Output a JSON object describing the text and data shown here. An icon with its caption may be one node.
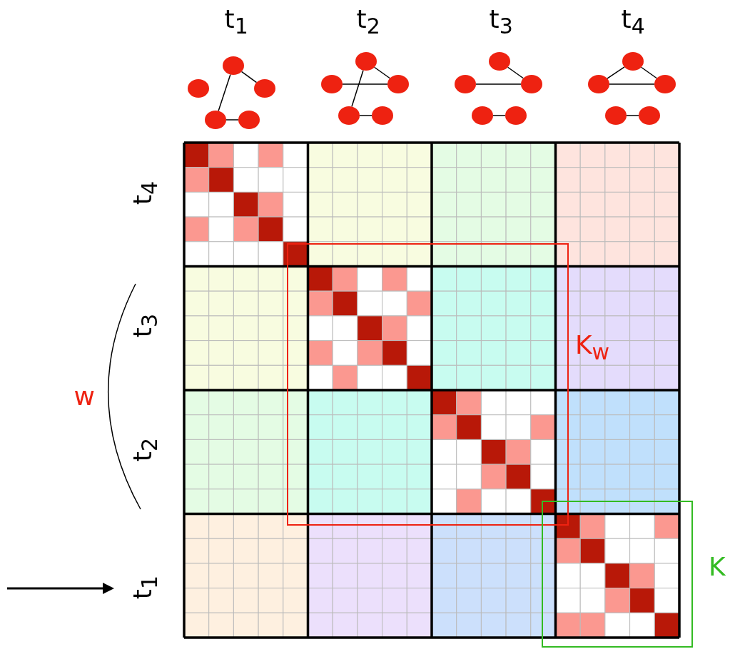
{
  "diagram": {
    "nodes": [
      {
        "text": [],
        "shape": "circle"
      },
      {
        "text": [],
        "shape": "circle"
      },
      {
        "text": [],
        "shape": "circle"
      },
      {
        "text": [],
        "shape": "circle"
      },
      {
        "text": [],
        "shape": "circle"
      },
      {
        "text": [],
        "shape": "circle"
      },
      {
        "text": [],
        "shape": "circle"
      },
      {
        "text": [],
        "shape": "circle"
      },
      {
        "text": [],
        "shape": "circle"
      },
      {
        "text": [],
        "shape": "circle"
      },
      {
        "text": [],
        "shape": "circle"
      },
      {
        "text": [],
        "shape": "circle"
      },
      {
        "text": [],
        "shape": "circle"
      },
      {
        "text": [],
        "shape": "circle"
      },
      {
        "text": [],
        "shape": "circle"
      },
      {
        "text": [],
        "shape": "circle"
      },
      {
        "text": [],
        "shape": "circle"
      },
      {
        "text": [],
        "shape": "circle"
      },
      {
        "text": [],
        "shape": "circle"
      },
      {
        "text": [],
        "shape": "circle"
      }
    ],
    "edges": [
      {
        "from": 0,
        "to": 2,
        "arrow": "none"
      },
      {
        "from": 0,
        "to": 3,
        "arrow": "none"
      },
      {
        "from": 3,
        "to": 4,
        "arrow": "none"
      },
      {
        "from": 5,
        "to": 7,
        "arrow": "none"
      },
      {
        "from": 5,
        "to": 8,
        "arrow": "none"
      },
      {
        "from": 6,
        "to": 7,
        "arrow": "none"
      },
      {
        "from": 8,
        "to": 9,
        "arrow": "none"
      },
      {
        "from": 10,
        "to": 12,
        "arrow": "none"
      },
      {
        "from": 11,
        "to": 12,
        "arrow": "none"
      },
      {
        "from": 13,
        "to": 14,
        "arrow": "none"
      },
      {
        "from": 15,
        "to": 16,
        "arrow": "none"
      },
      {
        "from": 15,
        "to": 17,
        "arrow": "none"
      },
      {
        "from": 16,
        "to": 17,
        "arrow": "none"
      },
      {
        "from": 18,
        "to": 19,
        "arrow": "none"
      }
    ],
    "labels": [
      "t$_{1}$",
      "t$_{2}$",
      "t$_{3}$",
      "t$_{4}$",
      "t$_{4}$",
      "t$_{3}$",
      "K$_{w}$",
      "w",
      "t$_{2}$",
      "K",
      "t$_{1}$"
    ]
  }
}
